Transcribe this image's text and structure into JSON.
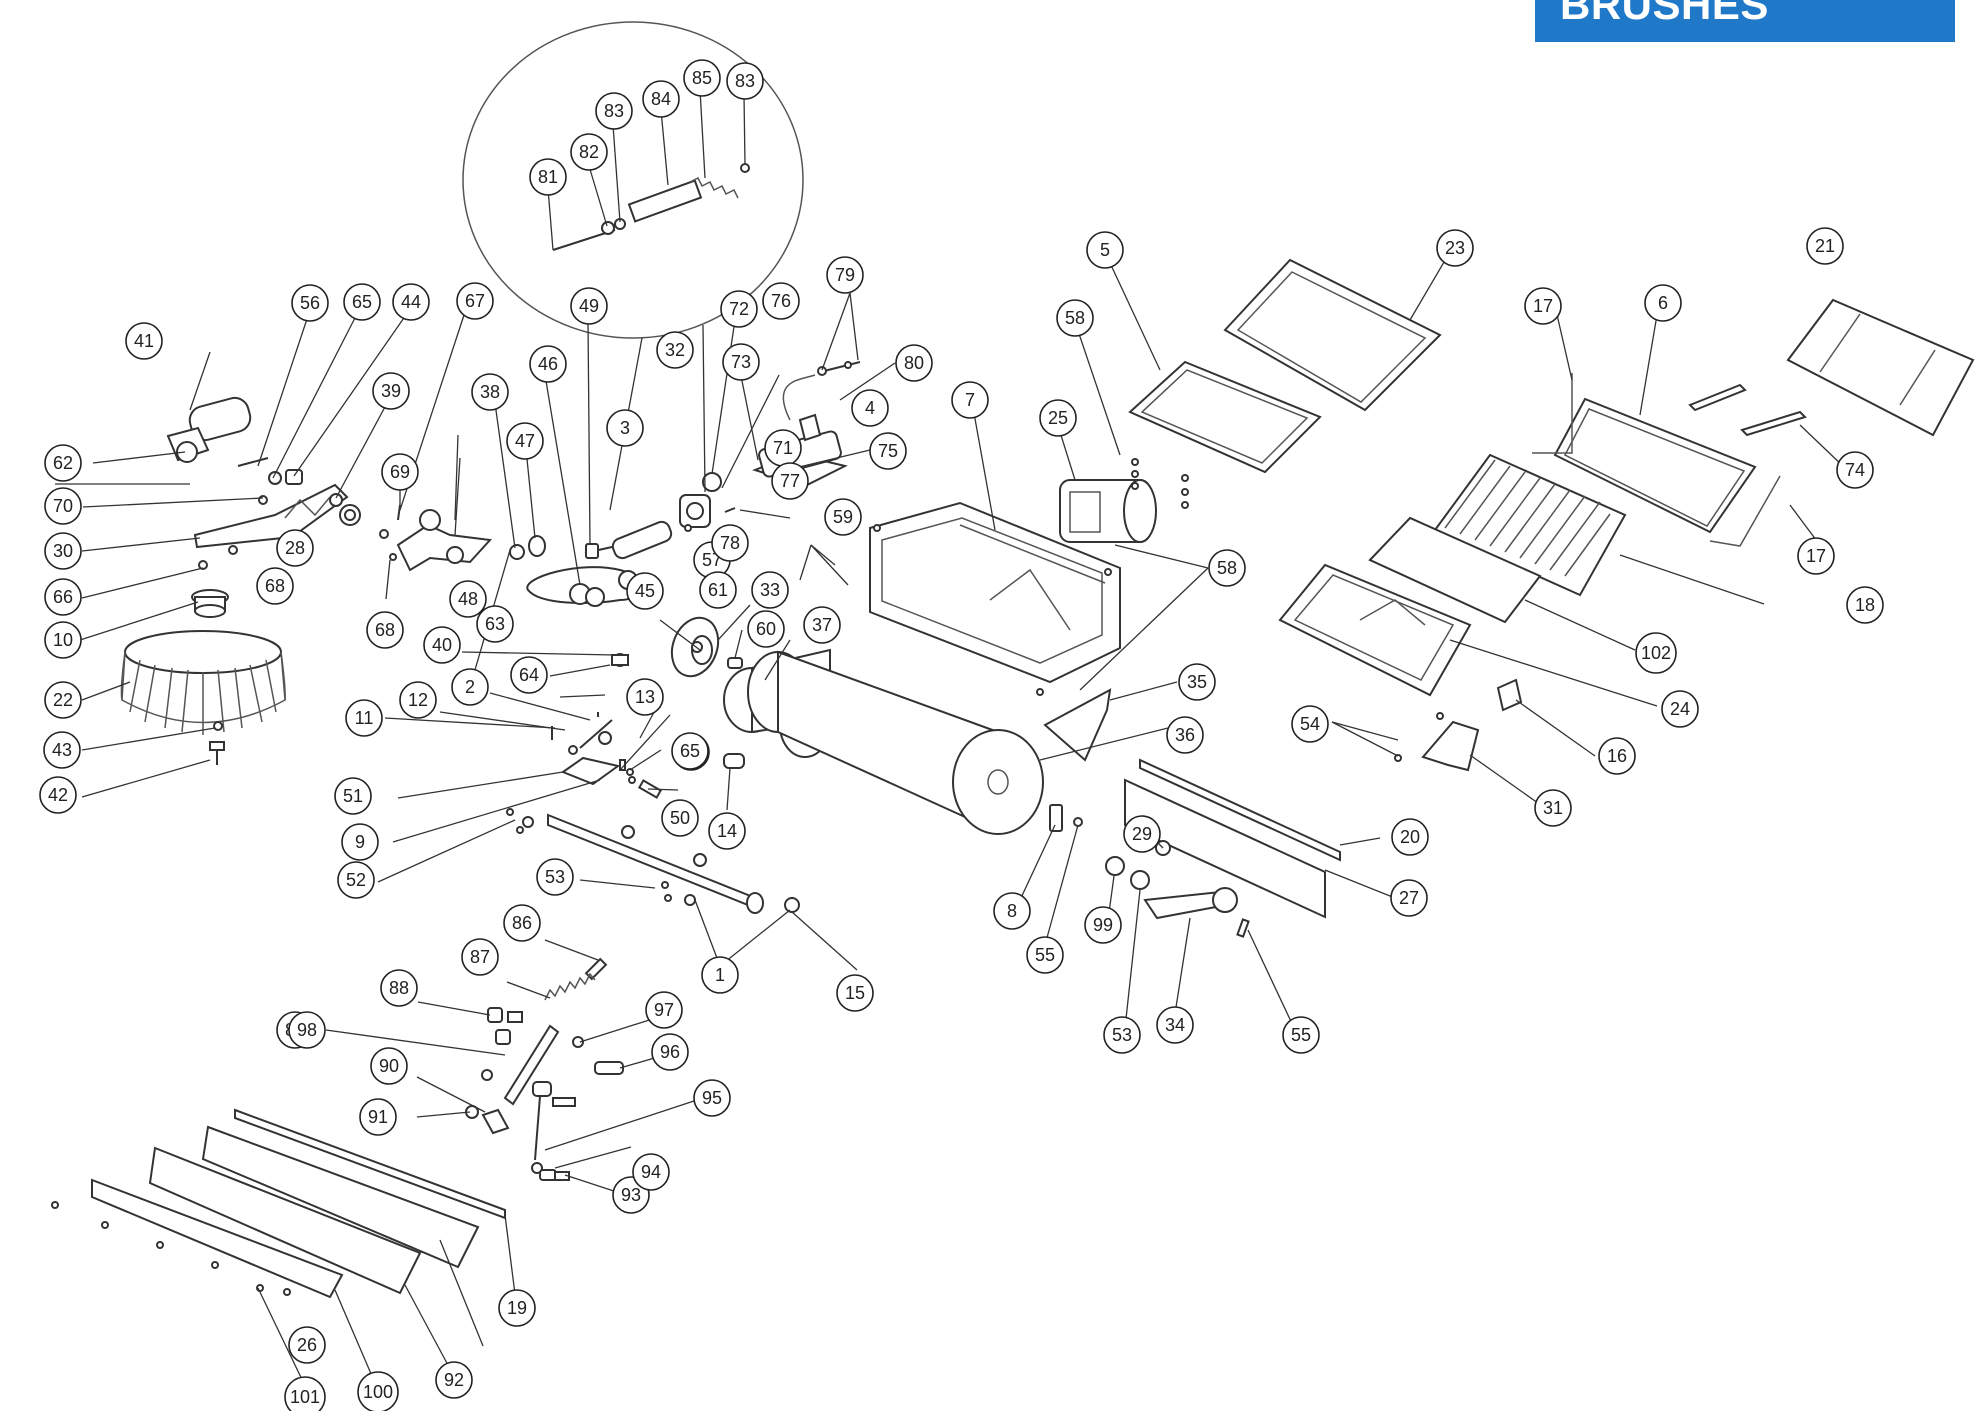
{
  "header": {
    "title": "BRUSHES",
    "color": "#1f78c8"
  },
  "callouts": [
    "1",
    "2",
    "3",
    "4",
    "5",
    "6",
    "7",
    "8",
    "9",
    "10",
    "11",
    "12",
    "13",
    "14",
    "15",
    "16",
    "17",
    "17",
    "18",
    "19",
    "20",
    "21",
    "22",
    "23",
    "24",
    "25",
    "26",
    "27",
    "28",
    "29",
    "30",
    "31",
    "32",
    "33",
    "34",
    "35",
    "36",
    "37",
    "38",
    "39",
    "40",
    "41",
    "42",
    "43",
    "44",
    "45",
    "46",
    "47",
    "48",
    "49",
    "50",
    "51",
    "52",
    "53",
    "53",
    "54",
    "55",
    "55",
    "56",
    "57",
    "58",
    "58",
    "59",
    "60",
    "61",
    "62",
    "63",
    "64",
    "64",
    "65",
    "65",
    "66",
    "67",
    "68",
    "68",
    "69",
    "70",
    "71",
    "72",
    "73",
    "74",
    "75",
    "76",
    "77",
    "78",
    "79",
    "80",
    "81",
    "82",
    "83",
    "83",
    "84",
    "85",
    "86",
    "87",
    "88",
    "89",
    "90",
    "91",
    "92",
    "93",
    "94",
    "95",
    "96",
    "97",
    "98",
    "99",
    "100",
    "101",
    "102"
  ]
}
